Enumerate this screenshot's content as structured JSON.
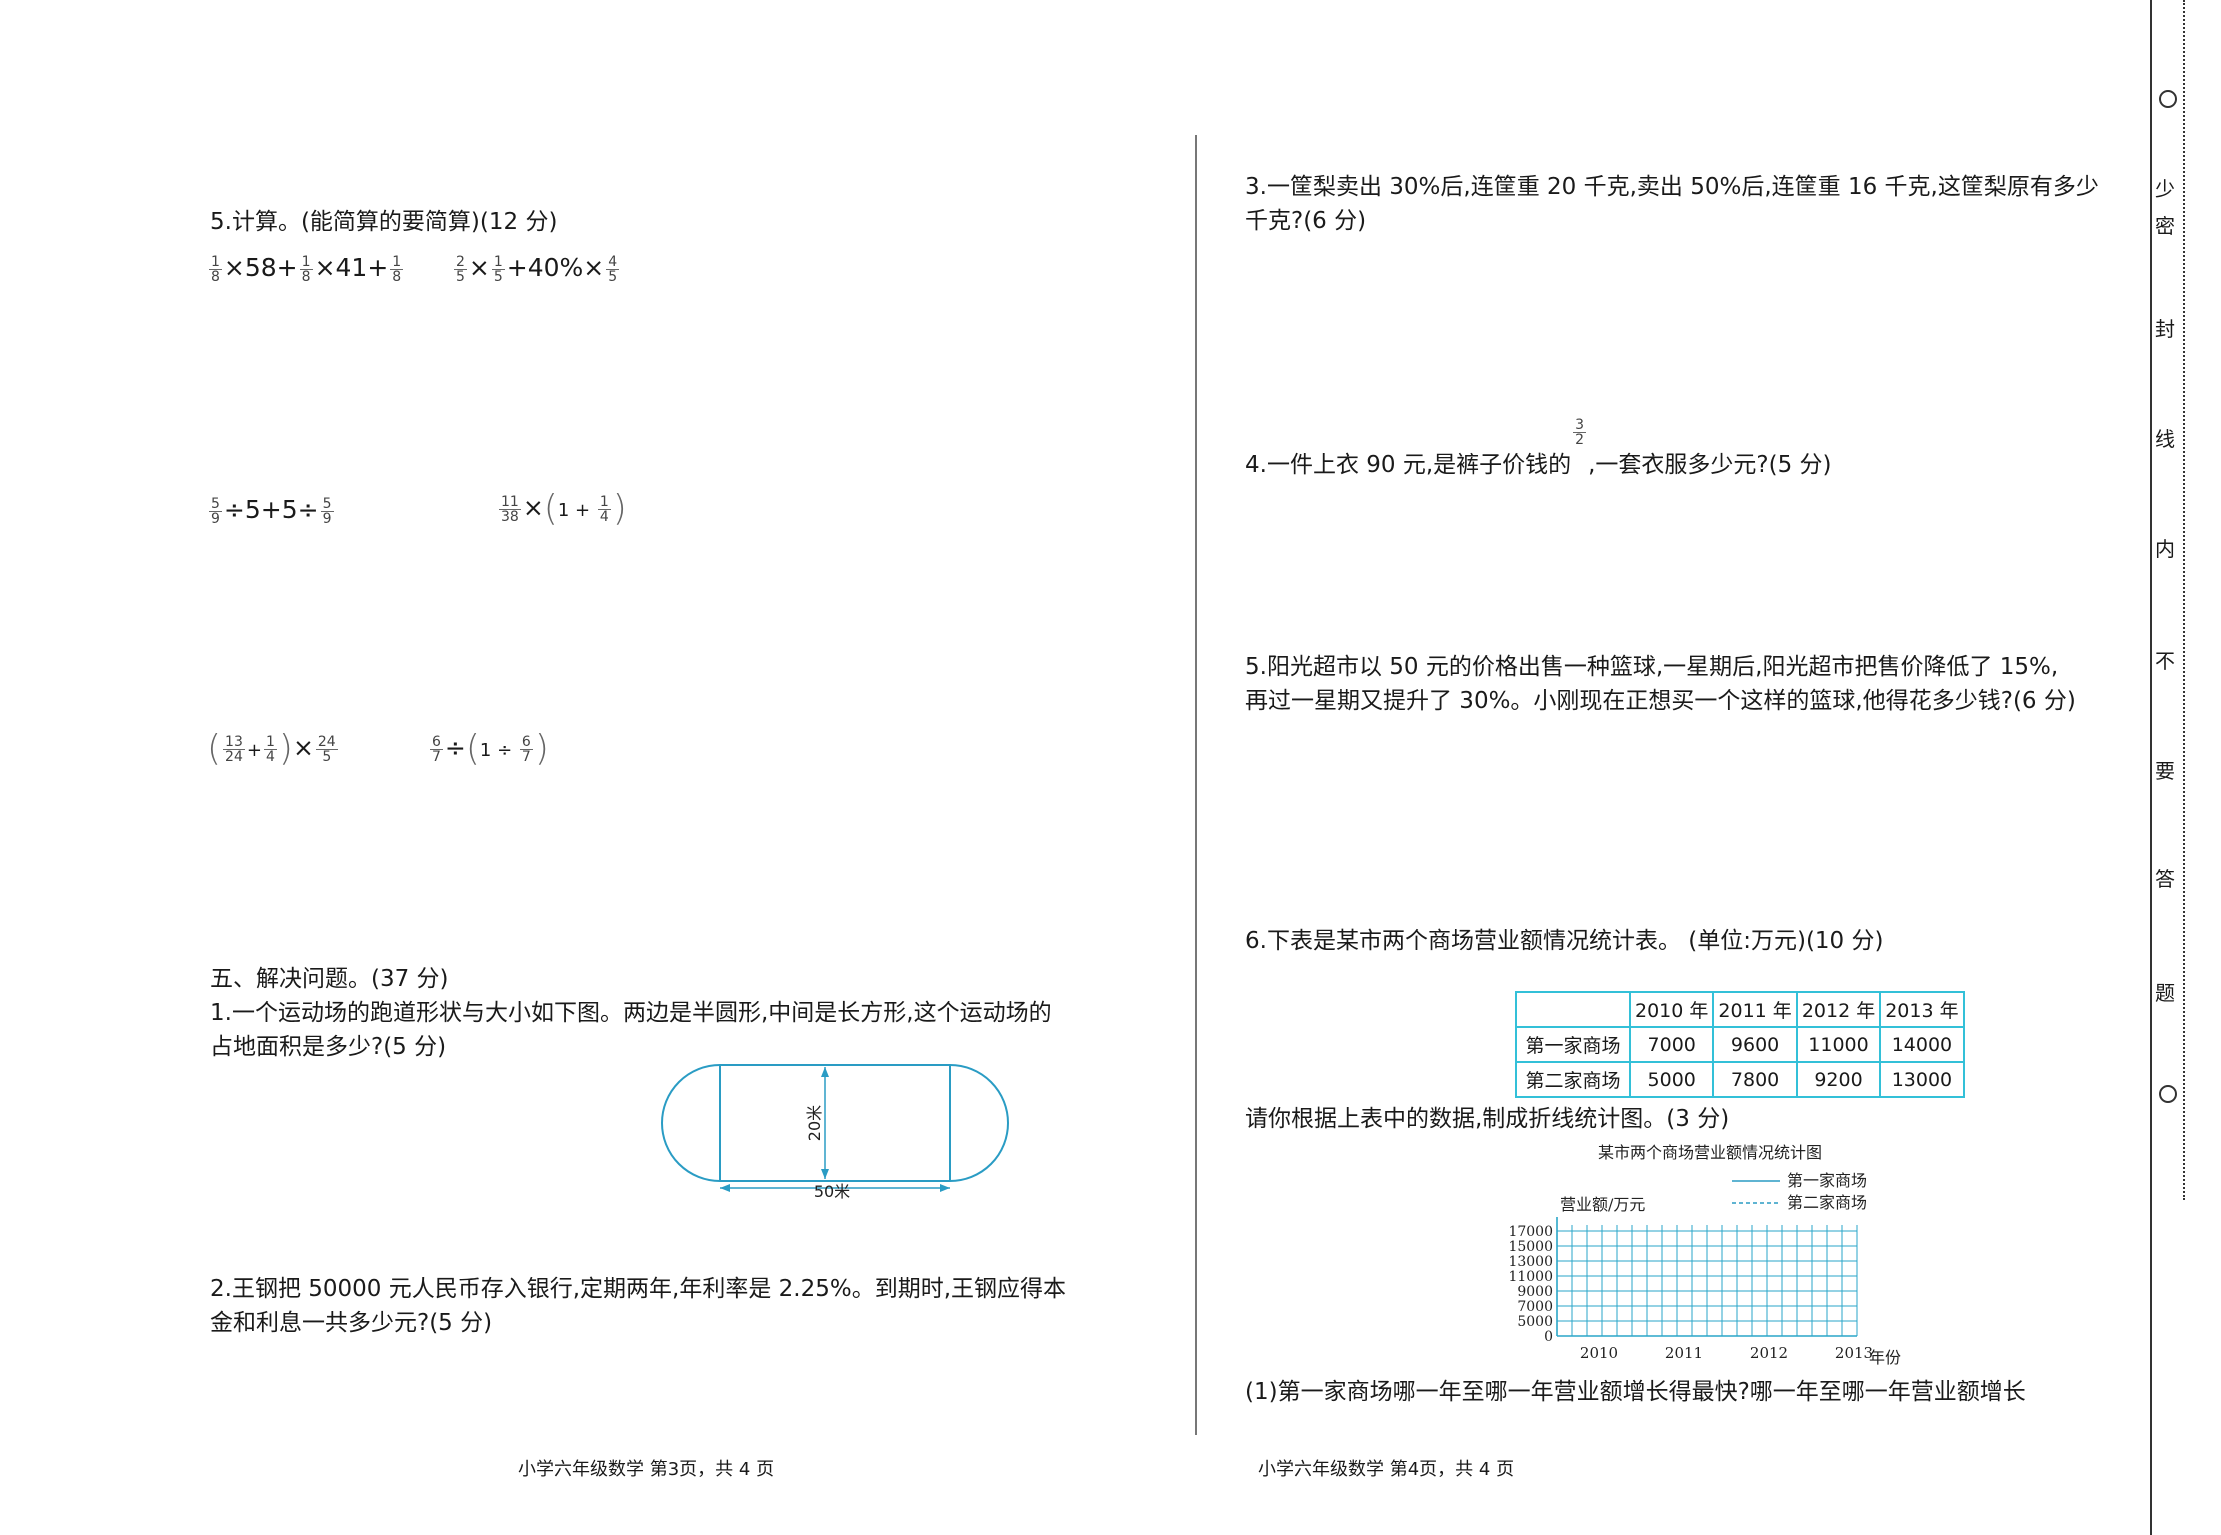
{
  "left_page": {
    "section5_title": "5.计算。(能简算的要简算)(12 分)",
    "calc1": {
      "f1": [
        "1",
        "8"
      ],
      "t1": "×58+",
      "f2": [
        "1",
        "8"
      ],
      "t2": "×41+",
      "f3": [
        "1",
        "8"
      ]
    },
    "calc2": {
      "f1": [
        "2",
        "5"
      ],
      "t1": "×",
      "f2": [
        "1",
        "5"
      ],
      "t2": "+40%×",
      "f3": [
        "4",
        "5"
      ]
    },
    "calc3": {
      "f1": [
        "5",
        "9"
      ],
      "t1": "÷5+5÷",
      "f2": [
        "5",
        "9"
      ]
    },
    "calc4": {
      "f1": [
        "11",
        "38"
      ],
      "t1": "×",
      "inner": "1 + ",
      "f2": [
        "1",
        "4"
      ]
    },
    "calc5": {
      "f1": [
        "13",
        "24"
      ],
      "plus": "+",
      "f2": [
        "1",
        "4"
      ],
      "t1": "×",
      "f3": [
        "24",
        "5"
      ]
    },
    "calc6": {
      "f1": [
        "6",
        "7"
      ],
      "t1": "÷",
      "inner": "1 ÷ ",
      "f2": [
        "6",
        "7"
      ]
    },
    "section_five_title": "五、解决问题。(37 分)",
    "q1_line1": "1.一个运动场的跑道形状与大小如下图。两边是半圆形,中间是长方形,这个运动场的",
    "q1_line2": "占地面积是多少?(5 分)",
    "track_width_label": "20米",
    "track_length_label": "50米",
    "q2_line1": "2.王钢把 50000 元人民币存入银行,定期两年,年利率是 2.25%。到期时,王钢应得本",
    "q2_line2": "金和利息一共多少元?(5 分)",
    "footer": "小学六年级数学 第3页，共 4 页"
  },
  "right_page": {
    "q3_line1": "3.一筐梨卖出 30%后,连筐重 20 千克,卖出 50%后,连筐重 16 千克,这筐梨原有多少",
    "q3_line2": "千克?(6 分)",
    "q4_text_a": "4.一件上衣 90 元,是裤子价钱的",
    "q4_frac": [
      "3",
      "2"
    ],
    "q4_text_b": ",一套衣服多少元?(5 分)",
    "q5_line1": "5.阳光超市以 50 元的价格出售一种篮球,一星期后,阳光超市把售价降低了 15%,",
    "q5_line2": "再过一星期又提升了 30%。小刚现在正想买一个这样的篮球,他得花多少钱?(6 分)",
    "q6_title": "6.下表是某市两个商场营业额情况统计表。 (单位:万元)(10 分)",
    "table": {
      "headers": [
        "",
        "2010 年",
        "2011 年",
        "2012 年",
        "2013 年"
      ],
      "rows": [
        [
          "第一家商场",
          "7000",
          "9600",
          "11000",
          "14000"
        ],
        [
          "第二家商场",
          "5000",
          "7800",
          "9200",
          "13000"
        ]
      ]
    },
    "q6_instruction": "请你根据上表中的数据,制成折线统计图。(3 分)",
    "q6_sub1": "(1)第一家商场哪一年至哪一年营业额增长得最快?哪一年至哪一年营业额增长",
    "footer": "小学六年级数学 第4页，共 4 页"
  },
  "chart_data": {
    "type": "line",
    "title": "某市两个商场营业额情况统计图",
    "ylabel": "营业额/万元",
    "xlabel": "年份",
    "x": [
      "2010",
      "2011",
      "2012",
      "2013"
    ],
    "y_ticks": [
      "17000",
      "15000",
      "13000",
      "11000",
      "9000",
      "7000",
      "5000",
      "0"
    ],
    "series": [
      {
        "name": "第一家商场",
        "values": []
      },
      {
        "name": "第二家商场",
        "values": []
      }
    ],
    "legend_position": "top-right",
    "grid": true,
    "grid_color": "#2aa6c8"
  },
  "binding_margin": {
    "chars": [
      "少",
      "密",
      "封",
      "线",
      "内",
      "不",
      "要",
      "答",
      "题"
    ]
  }
}
